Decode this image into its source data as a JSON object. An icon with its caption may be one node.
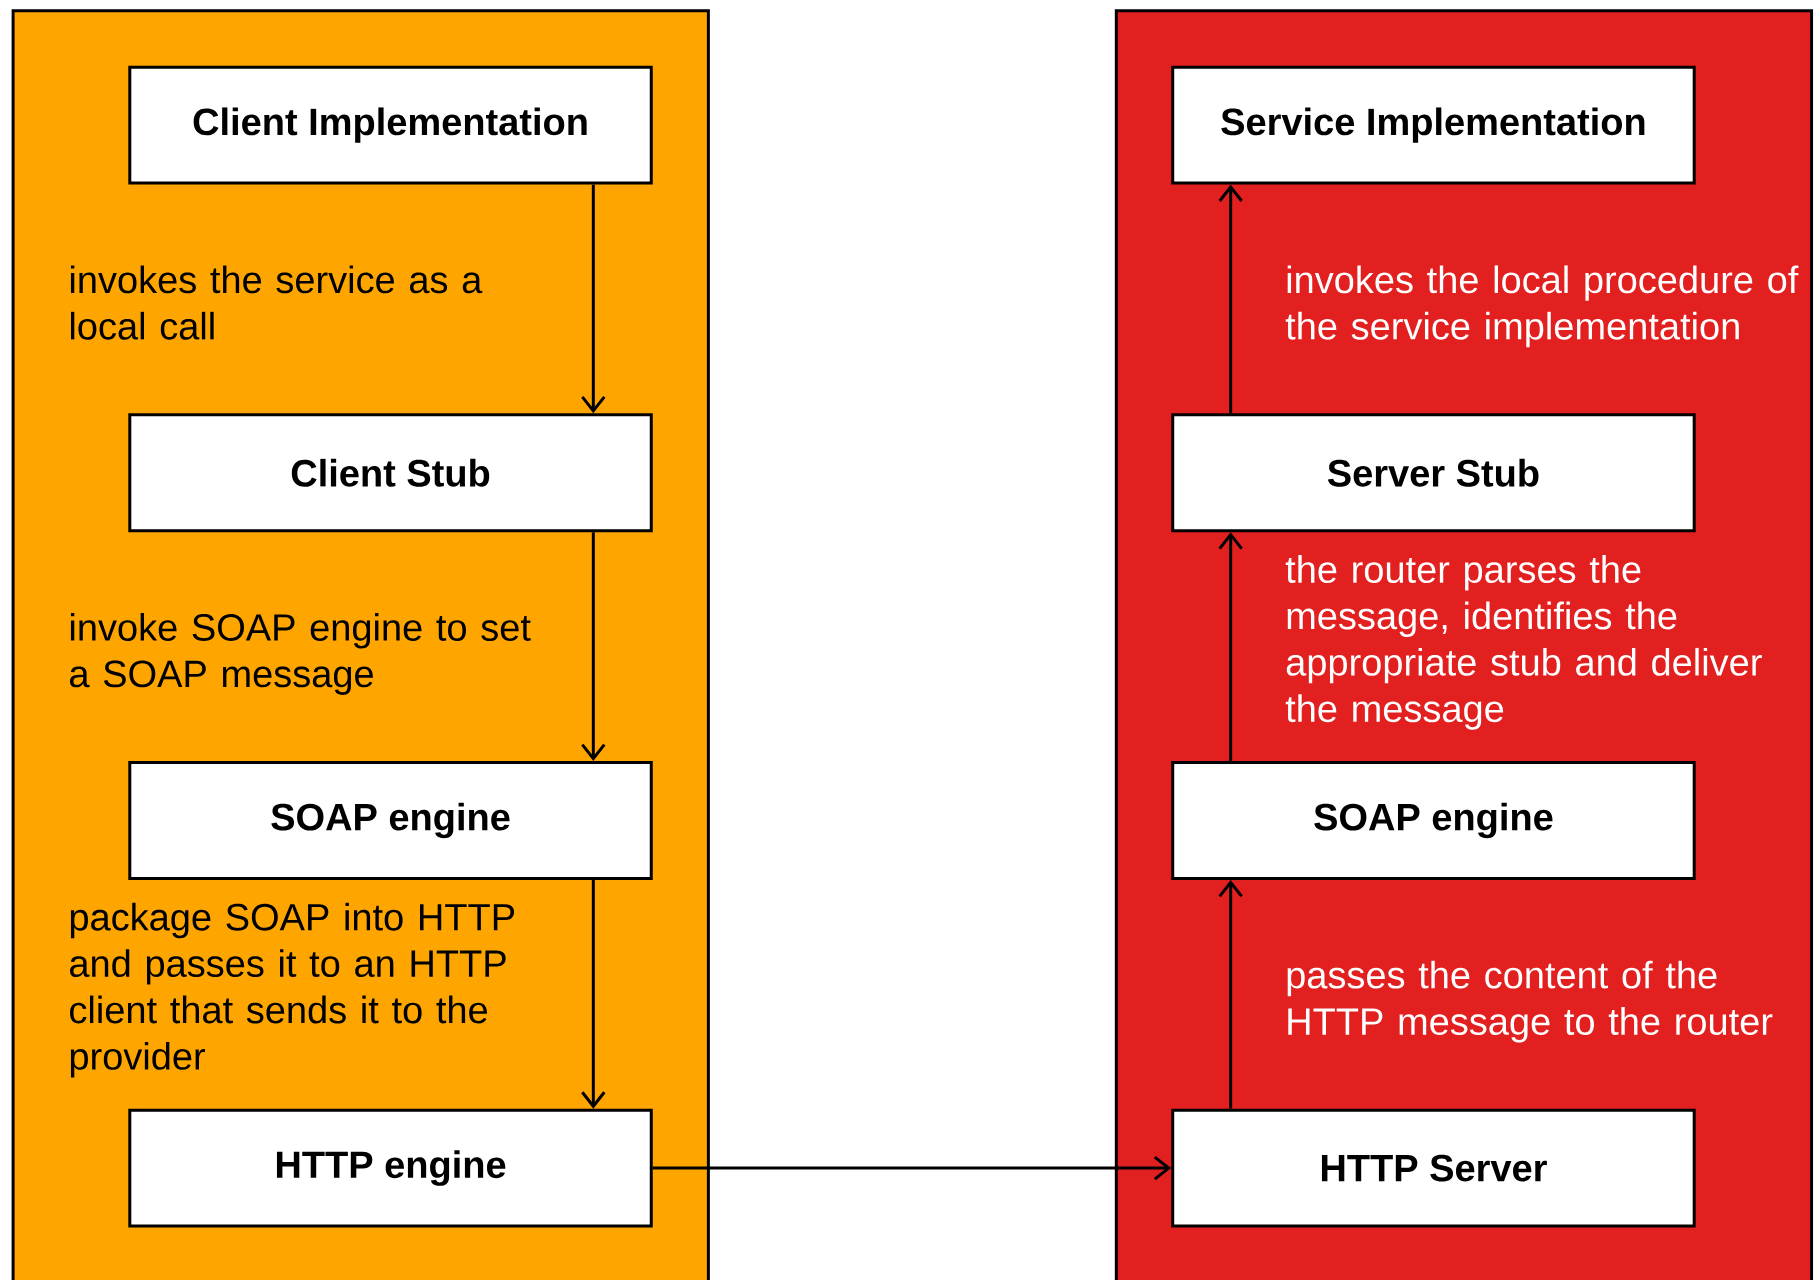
{
  "diagram": {
    "nodes": [
      {
        "text": [],
        "shape": "box"
      },
      {
        "text": [
          "Client Implementation"
        ],
        "in": 0
      },
      {
        "text": [
          "Client Stub"
        ],
        "in": 0
      },
      {
        "text": [
          "SOAP engine"
        ],
        "in": 0
      },
      {
        "text": [
          "HTTP engine"
        ],
        "in": 0
      },
      {
        "text": [],
        "shape": "box"
      },
      {
        "text": [
          "Service Implementation"
        ],
        "in": 5
      },
      {
        "text": [
          "Server Stub"
        ],
        "in": 5
      },
      {
        "text": [
          "SOAP engine"
        ],
        "in": 5
      },
      {
        "text": [
          "HTTP Server"
        ],
        "in": 5
      }
    ],
    "edges": [
      {
        "from": 1,
        "to": 2,
        "arrow": "to",
        "label": "invokes the service as a local call"
      },
      {
        "from": 2,
        "to": 3,
        "arrow": "to",
        "label": "invoke SOAP engine to set a SOAP message"
      },
      {
        "from": 3,
        "to": 4,
        "arrow": "to",
        "label": "package SOAP into HTTP and passes it to an HTTP client that sends it to the provider"
      },
      {
        "from": 4,
        "to": 9,
        "arrow": "to"
      },
      {
        "from": 9,
        "to": 8,
        "arrow": "to",
        "label": "passes the content of the HTTP message to the router"
      },
      {
        "from": 8,
        "to": 7,
        "arrow": "to",
        "label": "the router parses the message, identifies the appropriate stub and deliver the message"
      },
      {
        "from": 7,
        "to": 6,
        "arrow": "to",
        "label": "invokes the local procedure of the service implementation"
      }
    ]
  }
}
